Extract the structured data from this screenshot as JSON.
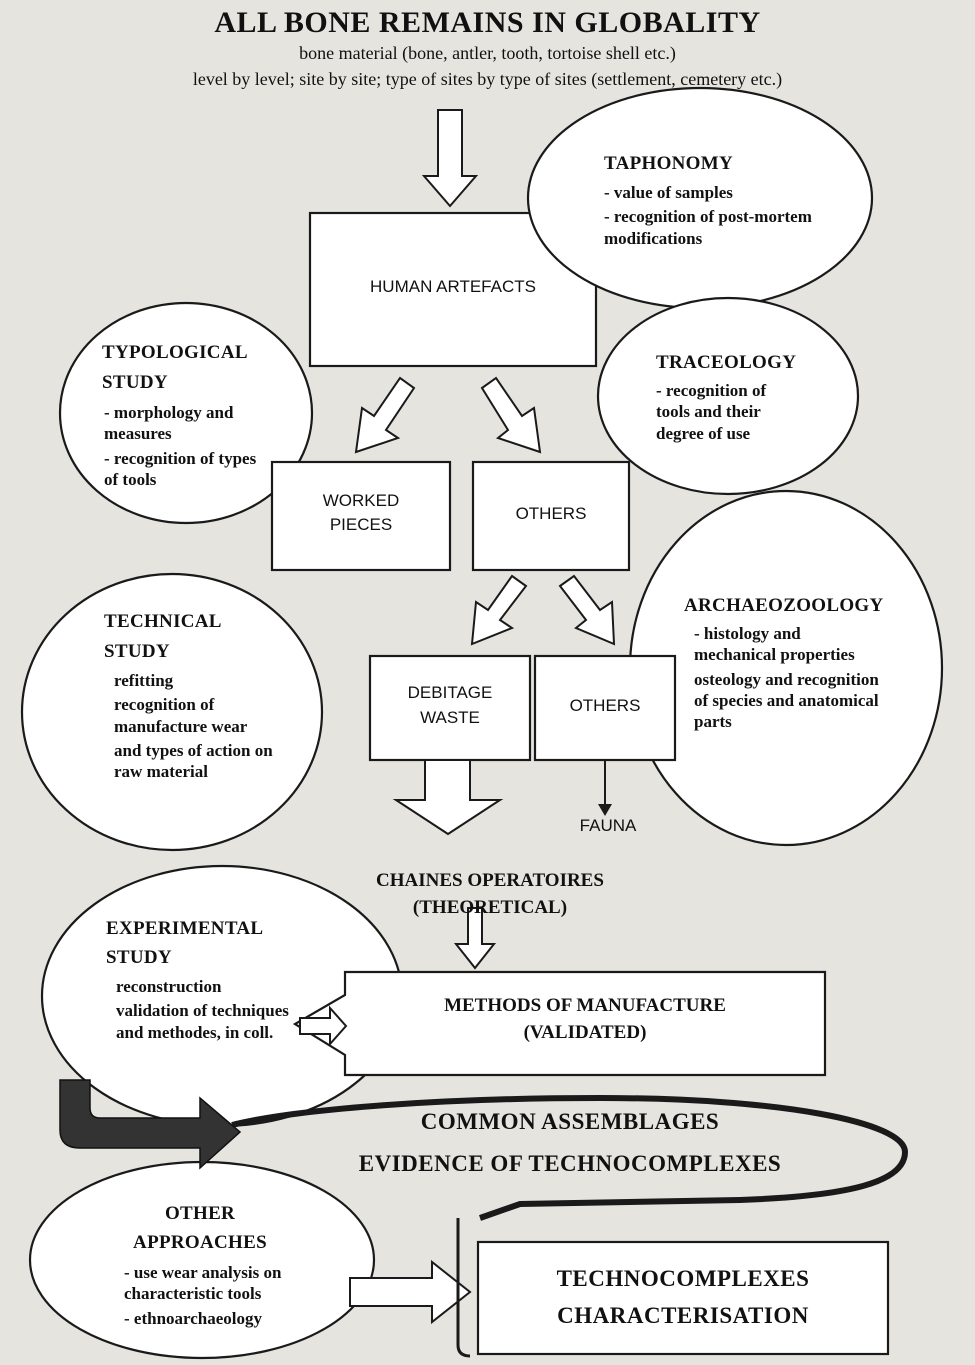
{
  "title": "ALL BONE REMAINS IN GLOBALITY",
  "subtitle_line1": "bone material (bone, antler, tooth, tortoise shell etc.)",
  "subtitle_line2": "level by level; site by site; type of sites by type of sites (settlement, cemetery etc.)",
  "taphonomy": {
    "heading": "TAPHONOMY",
    "items": [
      "- value of samples",
      "- recognition of post-mortem modifications"
    ]
  },
  "human_artefacts": "HUMAN ARTEFACTS",
  "typological": {
    "heading_line1": "TYPOLOGICAL",
    "heading_line2": "STUDY",
    "items": [
      "- morphology and measures",
      "- recognition of types of tools"
    ]
  },
  "traceology": {
    "heading": "TRACEOLOGY",
    "items": [
      "- recognition of tools and their degree of use"
    ]
  },
  "worked_pieces_line1": "WORKED",
  "worked_pieces_line2": "PIECES",
  "others_upper": "OTHERS",
  "technical": {
    "heading_line1": "TECHNICAL",
    "heading_line2": "STUDY",
    "items": [
      "refitting",
      "recognition of manufacture wear",
      "and types of action on raw material"
    ]
  },
  "archaeozoology": {
    "heading": "ARCHAEOZOOLOGY",
    "items": [
      "- histology and mechanical properties",
      "osteology and recognition of species and anatomical parts"
    ]
  },
  "debitage_line1": "DEBITAGE",
  "debitage_line2": "WASTE",
  "others_lower": "OTHERS",
  "fauna": "FAUNA",
  "chaines_line1": "CHAINES OPERATOIRES",
  "chaines_line2": "(THEORETICAL)",
  "experimental": {
    "heading_line1": "EXPERIMENTAL",
    "heading_line2": "STUDY",
    "items": [
      "reconstruction",
      "validation of techniques and methodes, in coll."
    ]
  },
  "methods_line1": "METHODS OF MANUFACTURE",
  "methods_line2": "(VALIDATED)",
  "common_assemblages": "COMMON ASSEMBLAGES",
  "evidence": "EVIDENCE OF TECHNOCOMPLEXES",
  "other_approaches": {
    "heading_line1": "OTHER",
    "heading_line2": "APPROACHES",
    "items": [
      "- use wear analysis on characteristic tools",
      "- ethnoarchaeology"
    ]
  },
  "technocomplexes_line1": "TECHNOCOMPLEXES",
  "technocomplexes_line2": "CHARACTERISATION"
}
